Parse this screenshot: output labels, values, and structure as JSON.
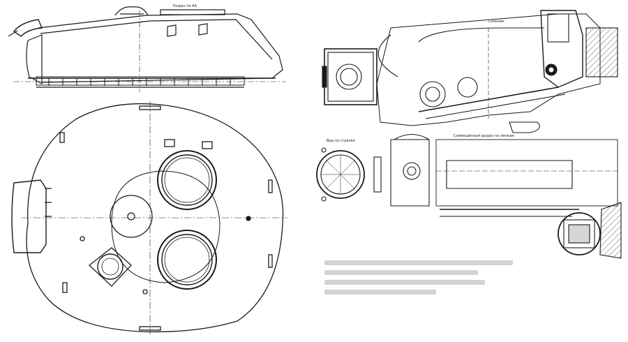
{
  "drawing": {
    "labels": {
      "side_view_section": "Разрез по АА",
      "top_view_note": "Вид по стрелке",
      "section_note": "Сечение",
      "lower_section_note": "Совмещённый разрез по лючкам"
    },
    "caption_blurred": true,
    "colors": {
      "ink": "#1a1a1a",
      "fill_gray": "#d6d6d6",
      "hatch": "#555555",
      "paper": "#ffffff"
    }
  }
}
